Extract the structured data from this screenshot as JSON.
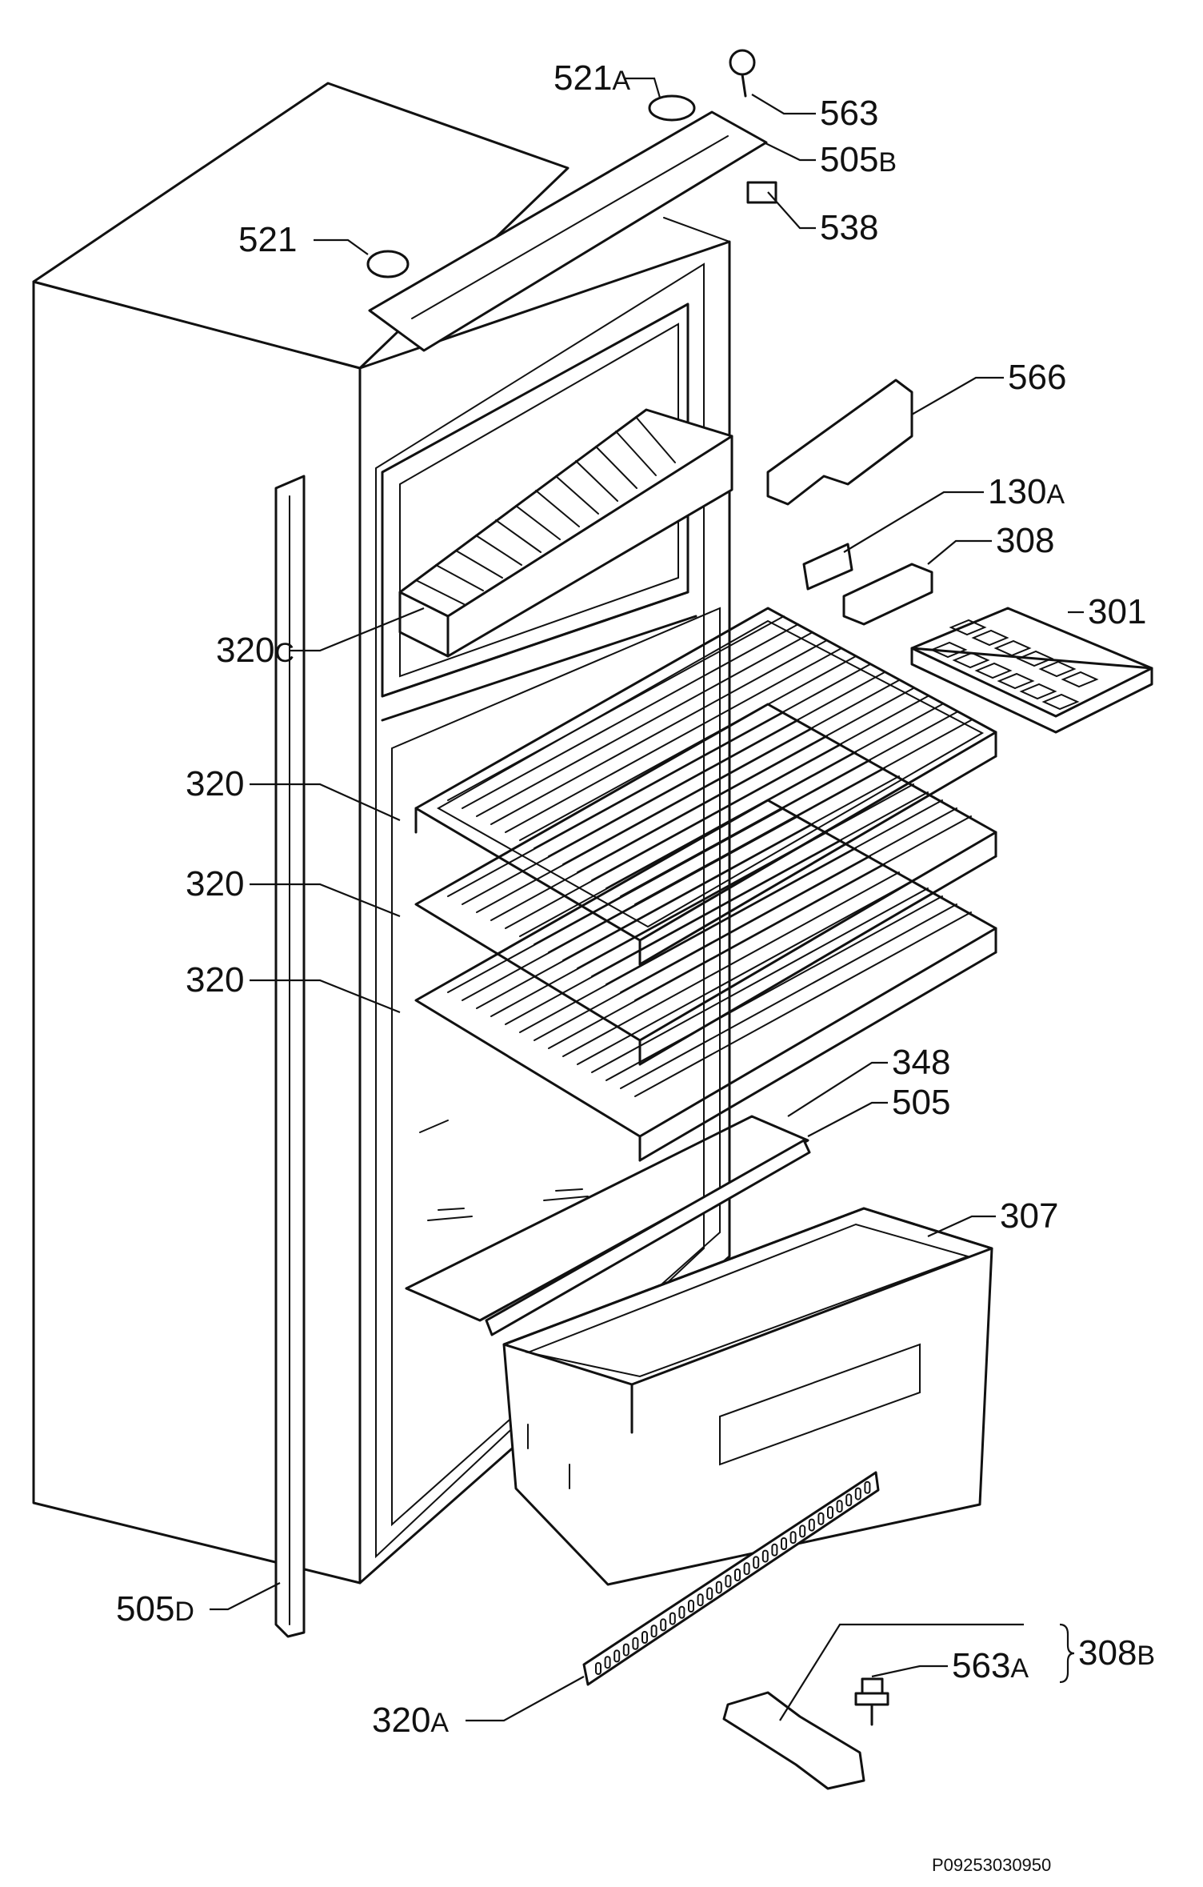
{
  "drawing_code": "P09253030950",
  "labels": [
    {
      "id": "521A",
      "num": "521",
      "suffix": "A"
    },
    {
      "id": "563",
      "num": "563",
      "suffix": ""
    },
    {
      "id": "505B",
      "num": "505",
      "suffix": "B"
    },
    {
      "id": "538",
      "num": "538",
      "suffix": ""
    },
    {
      "id": "521",
      "num": "521",
      "suffix": ""
    },
    {
      "id": "566",
      "num": "566",
      "suffix": ""
    },
    {
      "id": "130A",
      "num": "130",
      "suffix": "A"
    },
    {
      "id": "308",
      "num": "308",
      "suffix": ""
    },
    {
      "id": "301",
      "num": "301",
      "suffix": ""
    },
    {
      "id": "320C",
      "num": "320",
      "suffix": "C"
    },
    {
      "id": "320-1",
      "num": "320",
      "suffix": ""
    },
    {
      "id": "320-2",
      "num": "320",
      "suffix": ""
    },
    {
      "id": "320-3",
      "num": "320",
      "suffix": ""
    },
    {
      "id": "348",
      "num": "348",
      "suffix": ""
    },
    {
      "id": "505",
      "num": "505",
      "suffix": ""
    },
    {
      "id": "307",
      "num": "307",
      "suffix": ""
    },
    {
      "id": "505D",
      "num": "505",
      "suffix": "D"
    },
    {
      "id": "563A",
      "num": "563",
      "suffix": "A"
    },
    {
      "id": "308B",
      "num": "308",
      "suffix": "B"
    },
    {
      "id": "320A",
      "num": "320",
      "suffix": "A"
    }
  ]
}
